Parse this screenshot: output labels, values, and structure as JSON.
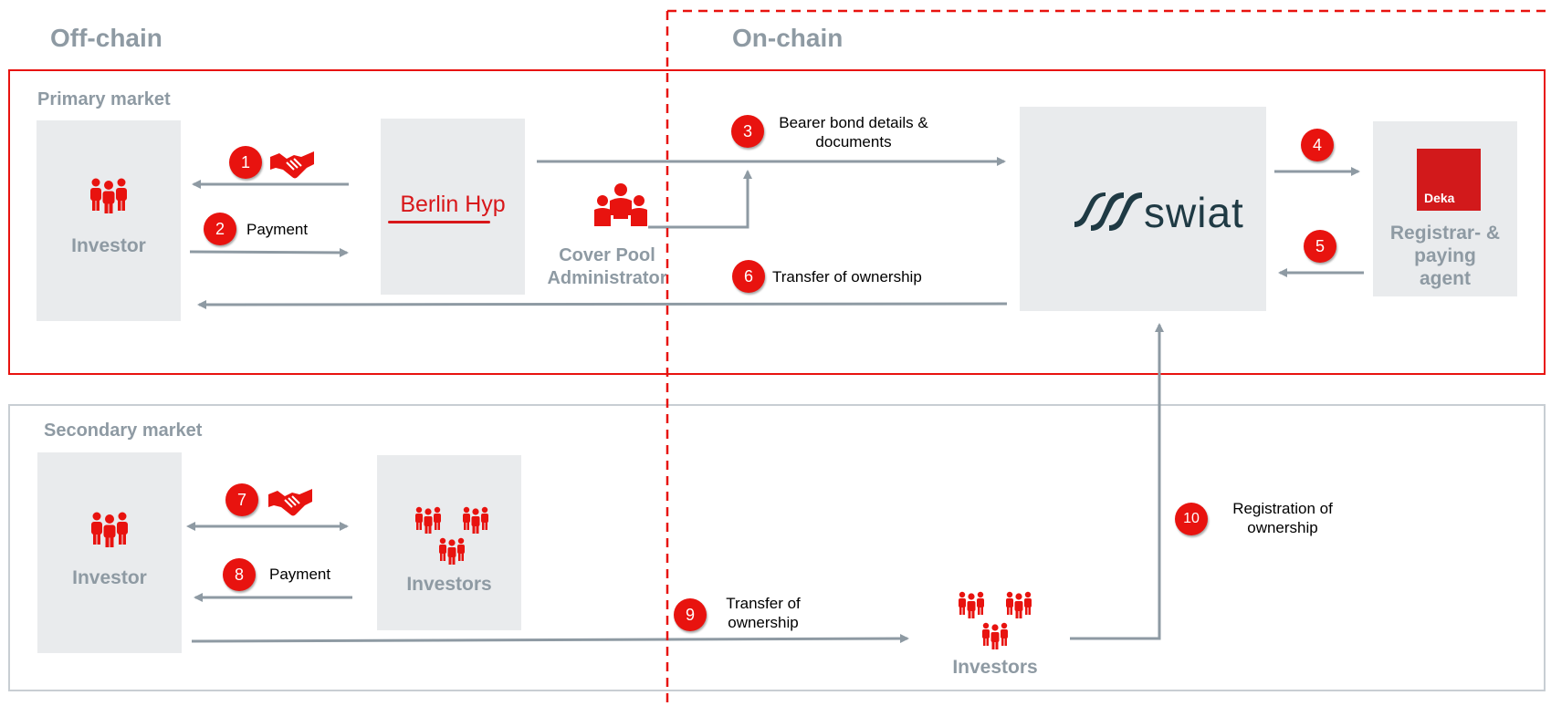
{
  "headings": {
    "off_chain": "Off-chain",
    "on_chain": "On-chain"
  },
  "primary": {
    "title": "Primary market",
    "investor": "Investor",
    "issuer_logo": "Berlin Hyp",
    "cover_pool": "Cover Pool Administrator",
    "platform_logo": "swiat",
    "registrar_logo": "Deka",
    "registrar": "Registrar- & paying agent"
  },
  "secondary": {
    "title": "Secondary market",
    "investor": "Investor",
    "investors_box": "Investors",
    "investors_onchain": "Investors"
  },
  "steps": [
    {
      "n": "1",
      "label": ""
    },
    {
      "n": "2",
      "label": "Payment"
    },
    {
      "n": "3",
      "label": "Bearer bond details & documents"
    },
    {
      "n": "4",
      "label": ""
    },
    {
      "n": "5",
      "label": ""
    },
    {
      "n": "6",
      "label": "Transfer of ownership"
    },
    {
      "n": "7",
      "label": ""
    },
    {
      "n": "8",
      "label": "Payment"
    },
    {
      "n": "9",
      "label": "Transfer of ownership"
    },
    {
      "n": "10",
      "label": "Registration of ownership"
    }
  ],
  "icons": [
    "handshake-icon",
    "people-group-icon",
    "business-team-icon"
  ],
  "colors": {
    "accent": "#e8130f",
    "grey_text": "#8e9aa3",
    "box_bg": "#e9ebed",
    "arrow": "#8e9aa3",
    "swiat": "#1f3a44"
  }
}
